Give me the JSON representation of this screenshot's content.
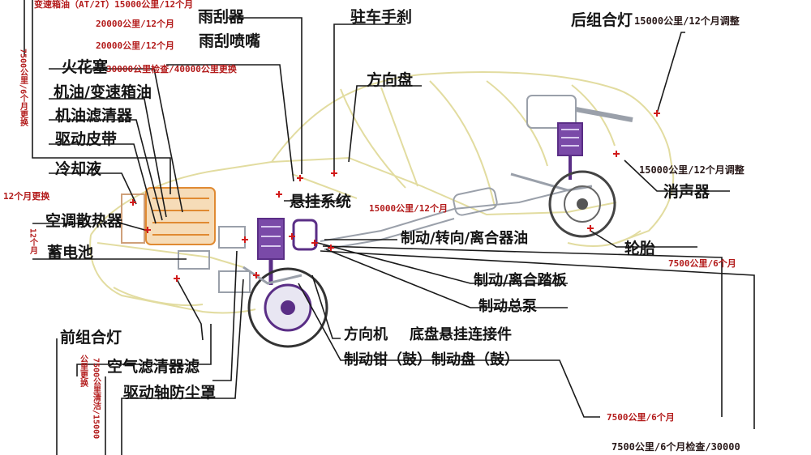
{
  "colors": {
    "leader_line": "#1a1a1a",
    "car_outline": "#e2dca0",
    "component": "#9aa0aa",
    "suspension": "#5a2e86",
    "marker": "#d11a1a",
    "engine": "#e08a32",
    "note_text": "#b31b1b"
  },
  "labels": {
    "wiper": "雨刮器",
    "parking_brake": "驻车手刹",
    "washer_nozzle": "雨刮喷嘴",
    "steering_wheel": "方向盘",
    "rear_lights": "后组合灯",
    "spark_plug": "火花塞",
    "engine_oil": "机油/变速箱油",
    "oil_filter": "机油滤清器",
    "drive_belt": "驱动皮带",
    "coolant": "冷却液",
    "ac_radiator": "空调散热器",
    "battery": "蓄电池",
    "suspension": "悬挂系统",
    "brake_fluid": "制动/转向/离合器油",
    "muffler": "消声器",
    "tires": "轮胎",
    "brake_clutch_pedal": "制动/离合踏板",
    "brake_master_pump": "制动总泵",
    "steering_gear": "方向机",
    "chassis_joints": "底盘悬挂连接件",
    "brake_caliper_disc": "制动钳（鼓）制动盘（鼓）",
    "front_lights": "前组合灯",
    "air_filter": "空气滤清器滤",
    "cv_boot": "驱动轴防尘罩"
  },
  "notes": {
    "top_cut": "变速箱油（AT/2T）15000公里/12个月",
    "wiper_service": "20000公里/12个月",
    "nozzle_service": "20000公里/12个月",
    "plug_service": "30000公里检查/40000公里更换",
    "rear_lights_service": "15000公里/12个月调整",
    "suspension_service": "15000公里/12个月",
    "muffler_service": "15000公里/12个月调整",
    "tire_service": "7500公里/6个月",
    "caliper_service": "7500公里/6个月",
    "bottom_service": "7500公里/6个月检查/30000",
    "coolant_side": "12个月更换",
    "left_vertical_1": "7500公里/6个月更换",
    "left_vertical_2": "12个月",
    "bottom_vertical_1": "公里更换",
    "bottom_vertical_2": "7500公里清洁/15000"
  }
}
